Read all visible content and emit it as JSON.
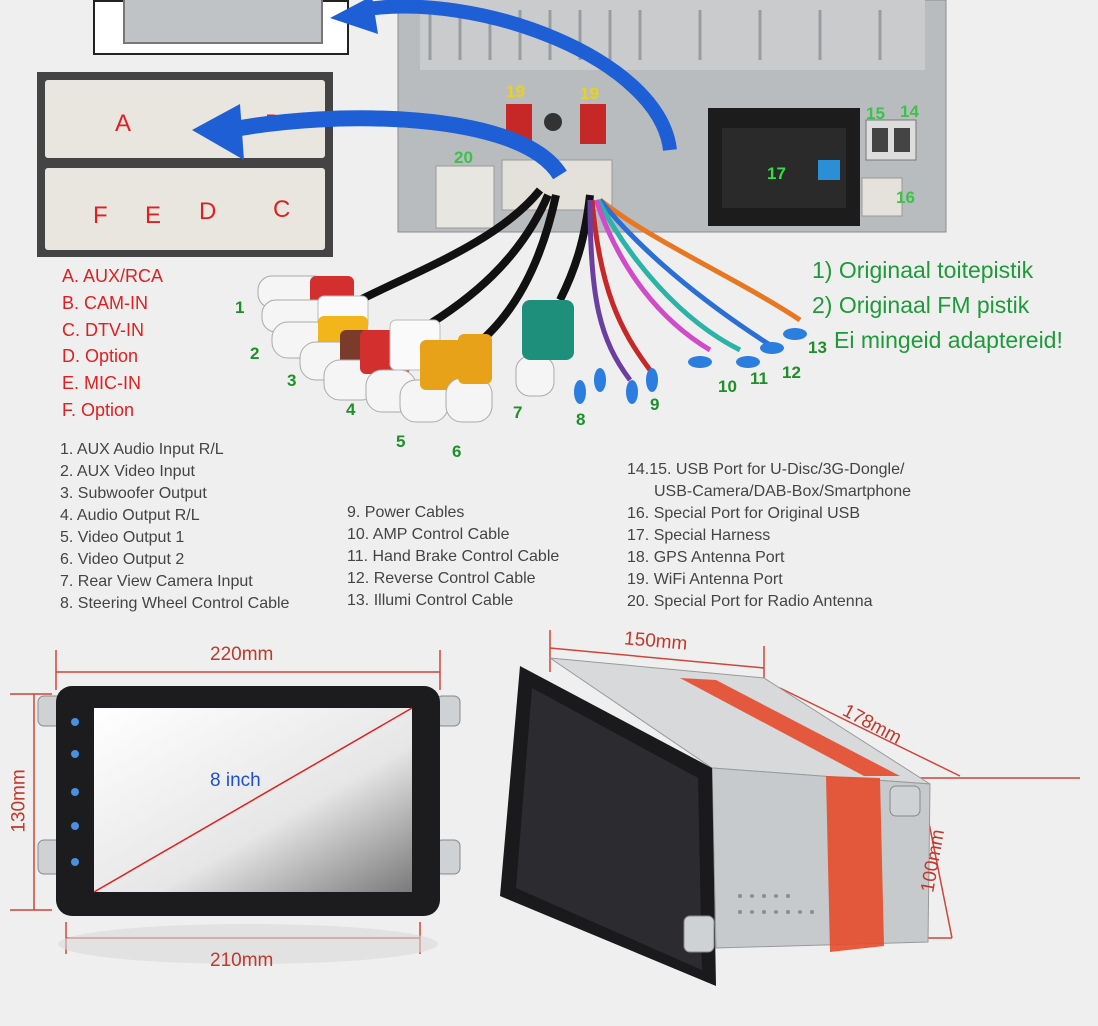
{
  "connector_letters": {
    "a": "A",
    "b": "B",
    "c": "C",
    "d": "D",
    "e": "E",
    "f": "F"
  },
  "connector_legend": [
    "A. AUX/RCA",
    "B. CAM-IN",
    "C. DTV-IN",
    "D. Option",
    "E. MIC-IN",
    "F. Option"
  ],
  "cable_list_1": [
    "1. AUX Audio Input R/L",
    "2. AUX Video Input",
    "3. Subwoofer Output",
    "4. Audio Output R/L",
    "5. Video Output 1",
    "6. Video Output 2",
    "7. Rear View Camera Input",
    "8. Steering Wheel Control Cable"
  ],
  "cable_list_2": [
    "9. Power Cables",
    "10. AMP Control Cable",
    "11. Hand Brake Control Cable",
    "12. Reverse Control Cable",
    "13. Illumi Control Cable"
  ],
  "cable_list_3": [
    "14.15. USB Port for U-Disc/3G-Dongle/",
    "USB-Camera/DAB-Box/Smartphone",
    "16. Special Port for Original USB",
    "17. Special Harness",
    "18. GPS Antenna Port",
    "19. WiFi Antenna Port",
    "20. Special Port for Radio Antenna"
  ],
  "notes": [
    "1) Originaal toitepistik",
    "2) Originaal FM pistik",
    "Ei mingeid adaptereid!"
  ],
  "cable_numbers": [
    "1",
    "2",
    "3",
    "4",
    "5",
    "6",
    "7",
    "8",
    "9",
    "10",
    "11",
    "12",
    "13"
  ],
  "port_numbers": {
    "p19a": "19",
    "p19b": "19",
    "p20": "20",
    "p17": "17",
    "p15": "15",
    "p14": "14",
    "p16": "16"
  },
  "dimensions": {
    "front_width": "220mm",
    "front_bottom": "210mm",
    "front_height": "130mm",
    "screen_size": "8 inch",
    "side_width": "150mm",
    "side_depth": "178mm",
    "side_height": "100mm"
  },
  "colors": {
    "accent_red": "#e02020",
    "note_green": "#1f9a3a",
    "arrow_blue": "#1f5fd6"
  }
}
